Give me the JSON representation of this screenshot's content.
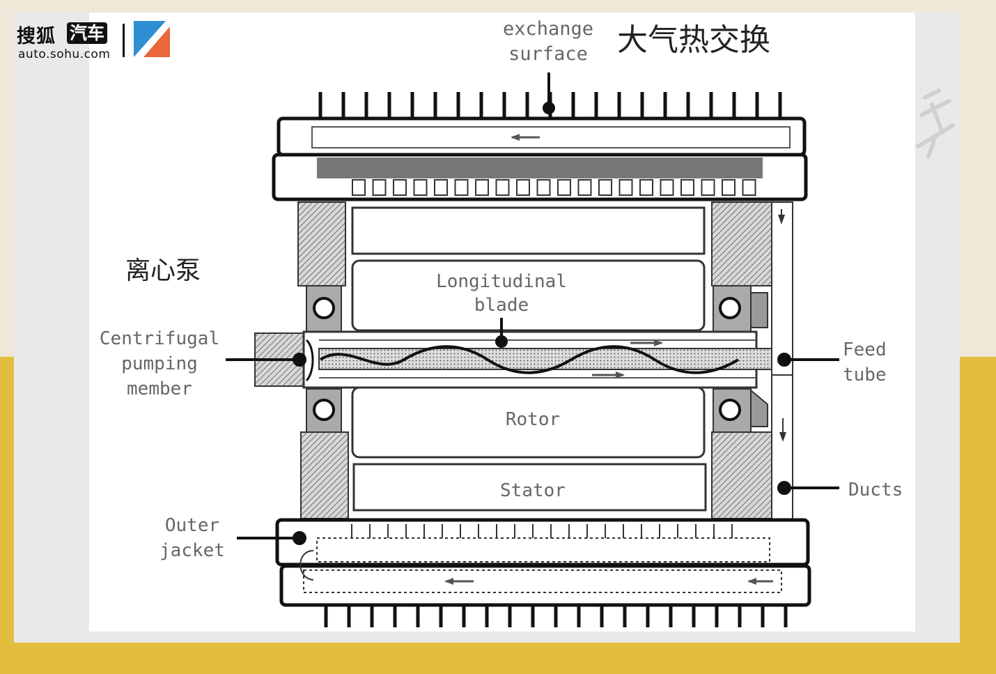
{
  "logo": {
    "brand_cn": "搜狐",
    "badge_cn": "汽车",
    "url": "auto.sohu.com"
  },
  "labels": {
    "exchange_line1": "exchange",
    "exchange_line2": "surface",
    "exchange_cn": "大气热交换",
    "pump_cn": "离心泵",
    "centrifugal_line1": "Centrifugal",
    "centrifugal_line2": "pumping",
    "centrifugal_line3": "member",
    "longitudinal_line1": "Longitudinal",
    "longitudinal_line2": "blade",
    "rotor": "Rotor",
    "stator": "Stator",
    "feed_line1": "Feed",
    "feed_line2": "tube",
    "ducts": "Ducts",
    "outer_line1": "Outer",
    "outer_line2": "jacket"
  },
  "colors": {
    "background_top": "#efe8d8",
    "background_bottom": "#e3be3e",
    "card": "#e9e9e9",
    "drawing_ink": "#111111",
    "label_text": "#666666",
    "logo_blue": "#2f8fd3",
    "logo_orange": "#e9673a"
  }
}
